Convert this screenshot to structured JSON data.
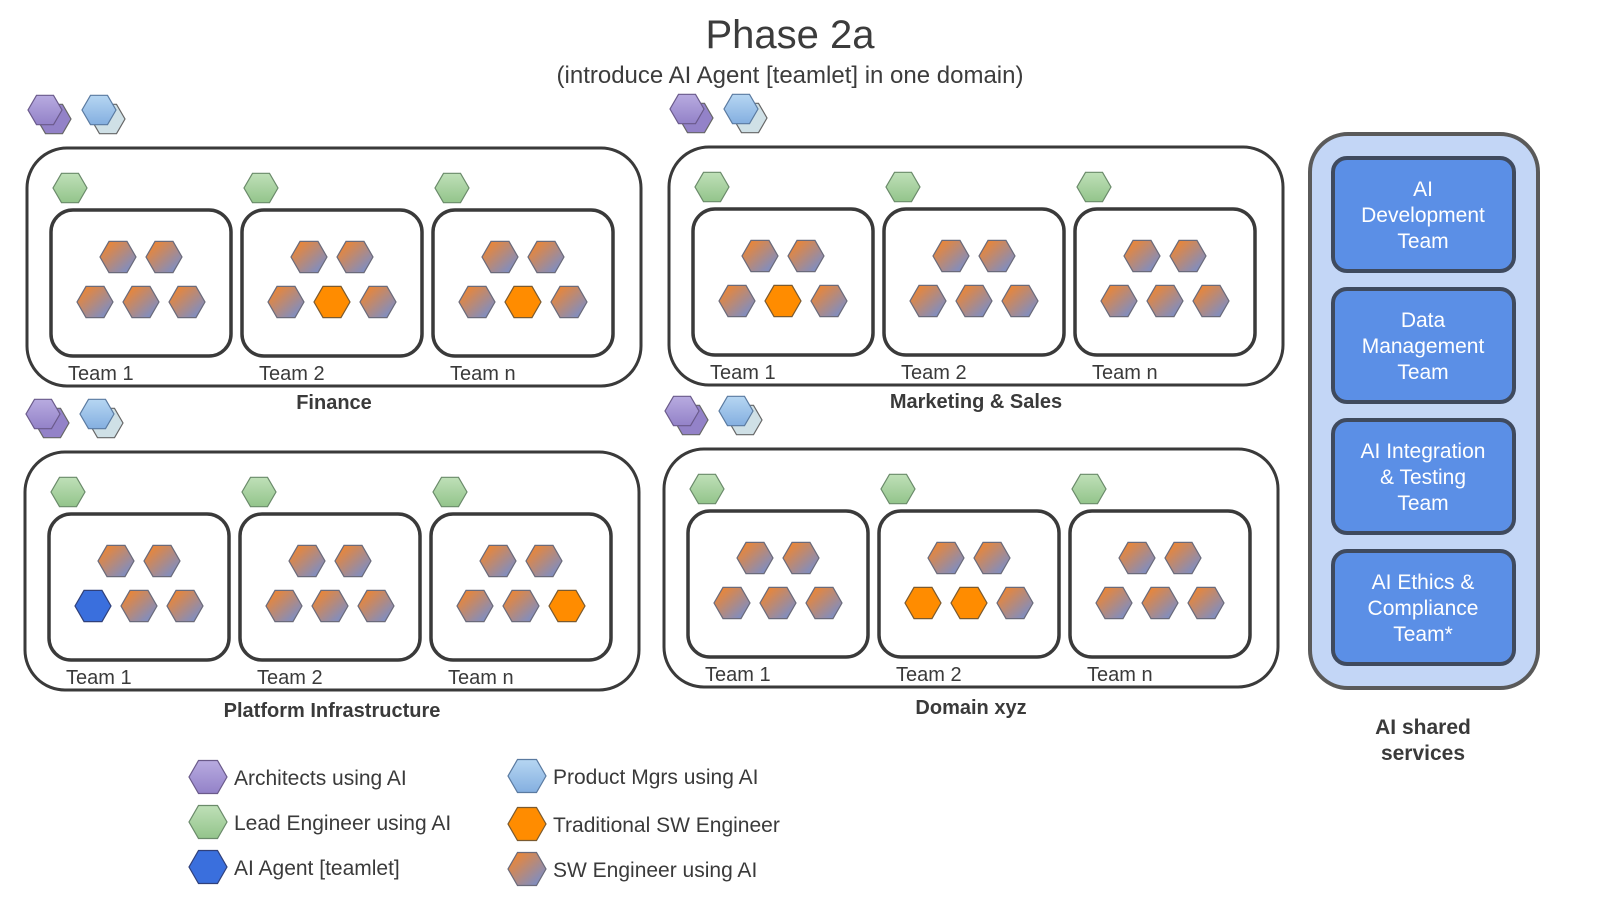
{
  "header": {
    "title": "Phase 2a",
    "subtitle": "(introduce AI Agent [teamlet] in one domain)"
  },
  "colors": {
    "architect": "#a899d6",
    "lead": "#a6d1a0",
    "agent": "#3a6fdd",
    "product": "#9ec4e8",
    "traditional": "#ff8c00",
    "ai_engineer_from": "#e8863a",
    "ai_engineer_to": "#7a8ec8",
    "service_box": "#5b8fe6",
    "service_panel": "#c3d6f6"
  },
  "domains": [
    {
      "name": "Finance",
      "teams": [
        {
          "label": "Team 1",
          "members": [
            "ai",
            "ai",
            "ai",
            "ai",
            "ai"
          ]
        },
        {
          "label": "Team 2",
          "members": [
            "ai",
            "ai",
            "ai",
            "traditional",
            "ai"
          ]
        },
        {
          "label": "Team n",
          "members": [
            "ai",
            "ai",
            "ai",
            "traditional",
            "ai"
          ]
        }
      ]
    },
    {
      "name": "Marketing & Sales",
      "teams": [
        {
          "label": "Team 1",
          "members": [
            "ai",
            "ai",
            "ai",
            "traditional",
            "ai"
          ]
        },
        {
          "label": "Team 2",
          "members": [
            "ai",
            "ai",
            "ai",
            "ai",
            "ai"
          ]
        },
        {
          "label": "Team n",
          "members": [
            "ai",
            "ai",
            "ai",
            "ai",
            "ai"
          ]
        }
      ]
    },
    {
      "name": "Platform Infrastructure",
      "teams": [
        {
          "label": "Team 1",
          "members": [
            "ai",
            "ai",
            "agent",
            "ai",
            "ai"
          ]
        },
        {
          "label": "Team 2",
          "members": [
            "ai",
            "ai",
            "ai",
            "ai",
            "ai"
          ]
        },
        {
          "label": "Team n",
          "members": [
            "ai",
            "ai",
            "ai",
            "ai",
            "traditional"
          ]
        }
      ]
    },
    {
      "name": "Domain xyz",
      "teams": [
        {
          "label": "Team 1",
          "members": [
            "ai",
            "ai",
            "ai",
            "ai",
            "ai"
          ]
        },
        {
          "label": "Team 2",
          "members": [
            "ai",
            "ai",
            "traditional",
            "traditional",
            "ai"
          ]
        },
        {
          "label": "Team n",
          "members": [
            "ai",
            "ai",
            "ai",
            "ai",
            "ai"
          ]
        }
      ]
    }
  ],
  "shared_services": {
    "label_line1": "AI shared",
    "label_line2": "services",
    "teams": [
      {
        "lines": [
          "AI",
          "Development",
          "Team"
        ]
      },
      {
        "lines": [
          "Data",
          "Management",
          "Team"
        ]
      },
      {
        "lines": [
          "AI Integration",
          "& Testing",
          "Team"
        ]
      },
      {
        "lines": [
          "AI Ethics &",
          "Compliance",
          "Team*"
        ]
      }
    ]
  },
  "legend": [
    {
      "label": "Architects using AI",
      "kind": "architect"
    },
    {
      "label": "Lead Engineer using AI",
      "kind": "lead"
    },
    {
      "label": "AI Agent [teamlet]",
      "kind": "agent"
    },
    {
      "label": "Product Mgrs using AI",
      "kind": "product"
    },
    {
      "label": "Traditional SW Engineer",
      "kind": "traditional"
    },
    {
      "label": "SW Engineer using AI",
      "kind": "ai"
    }
  ]
}
